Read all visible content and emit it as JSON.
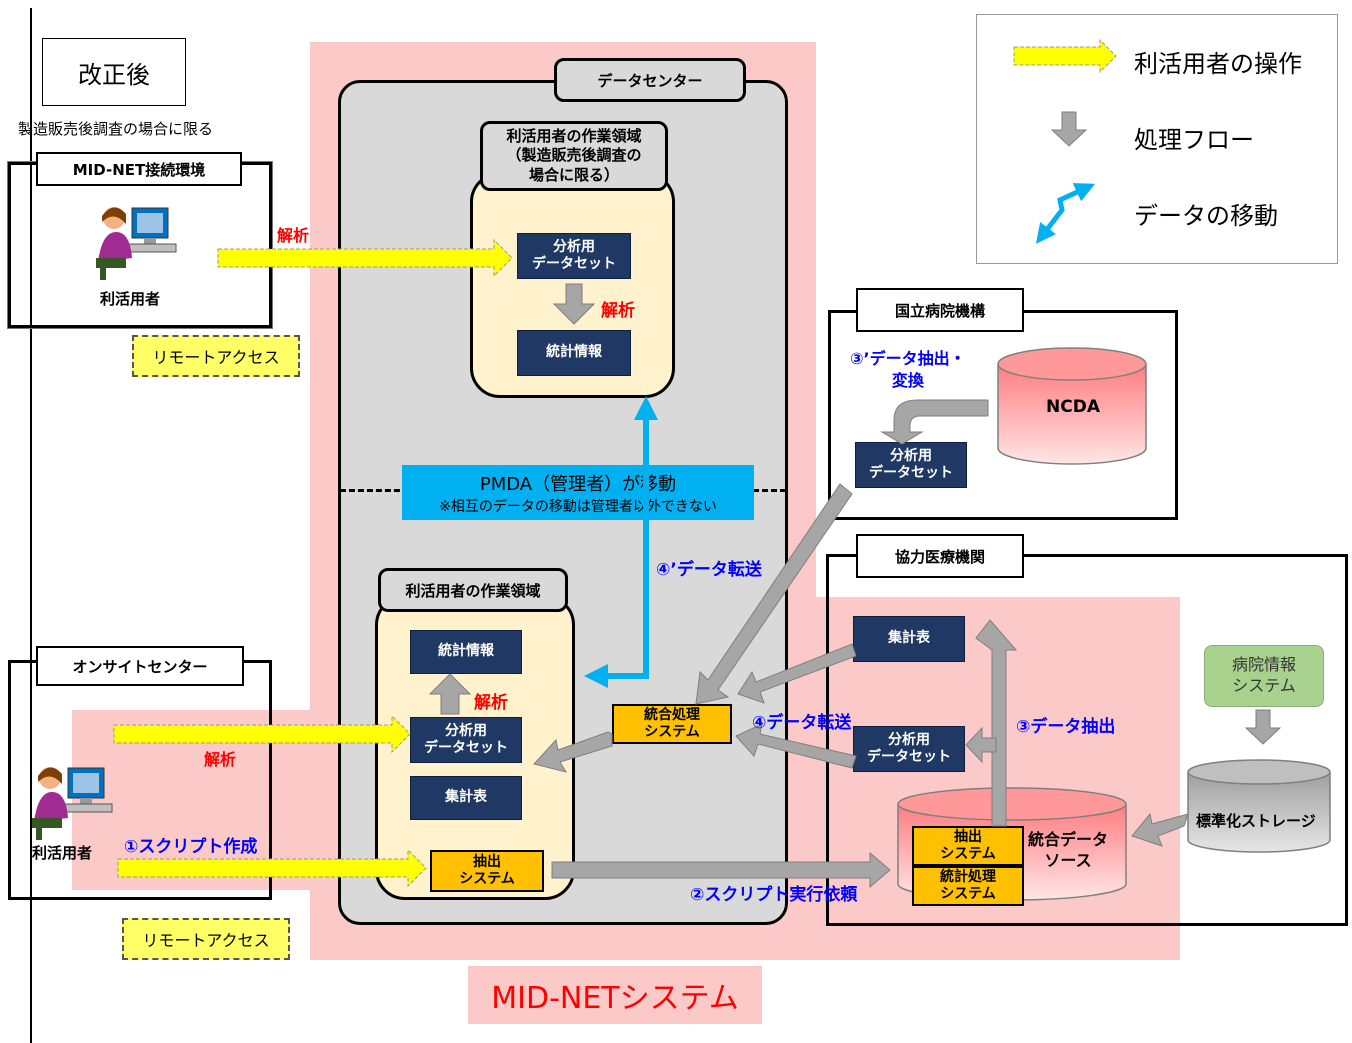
{
  "title_box": "改正後",
  "note_limited": "製造販売後調査の場合に限る",
  "mid_net_env": {
    "title": "MID-NET接続環境",
    "user_label": "利活用者"
  },
  "remote_access_top": "リモートアクセス",
  "remote_access_bottom": "リモートアクセス",
  "onsite_center": {
    "title": "オンサイトセンター",
    "user_label": "利活用者"
  },
  "data_center": {
    "title": "データセンター"
  },
  "work_area_top": {
    "title_line1": "利活用者の作業領域",
    "title_line2": "（製造販売後調査の",
    "title_line3": "場合に限る）",
    "dataset_line1": "分析用",
    "dataset_line2": "データセット",
    "stats": "統計情報",
    "analysis": "解析"
  },
  "pmda_move": {
    "title": "PMDA（管理者）が移動",
    "note": "※相互のデータの移動は管理者以外できない"
  },
  "work_area_bottom": {
    "title": "利活用者の作業領域",
    "stats": "統計情報",
    "analysis": "解析",
    "dataset_line1": "分析用",
    "dataset_line2": "データセット",
    "tally": "集計表",
    "extract_line1": "抽出",
    "extract_line2": "システム"
  },
  "integrated_processing": {
    "line1": "統合処理",
    "line2": "システム"
  },
  "labels": {
    "analysis_top": "解析",
    "analysis_onsite": "解析",
    "script_create": "①スクリプト作成",
    "script_request": "②スクリプト実行依頼",
    "data_extract": "③データ抽出",
    "data_transfer": "④データ転送",
    "data_transfer_prime": "④’データ転送",
    "data_extract_convert_line1": "③’データ抽出・",
    "data_extract_convert_line2": "変換"
  },
  "national_hospital": {
    "title": "国立病院機構",
    "ncda": "NCDA",
    "dataset_line1": "分析用",
    "dataset_line2": "データセット"
  },
  "cooperating_institution": {
    "title": "協力医療機関",
    "tally": "集計表",
    "dataset_line1": "分析用",
    "dataset_line2": "データセット",
    "integrated_source_line1": "統合データ",
    "integrated_source_line2": "ソース",
    "extract_line1": "抽出",
    "extract_line2": "システム",
    "stat_proc_line1": "統計処理",
    "stat_proc_line2": "システム",
    "hospital_info_line1": "病院情報",
    "hospital_info_line2": "システム",
    "storage": "標準化ストレージ"
  },
  "legend": {
    "user_operation": "利活用者の操作",
    "process_flow": "処理フロー",
    "data_movement": "データの移動"
  },
  "system_name": "MID-NETシステム",
  "colors": {
    "pink_area": "#fcc9c9",
    "work_area": "#fff2cc",
    "doc_navy": "#1f3864",
    "system_orange": "#ffc000",
    "yellow_arrow": "#ffff00",
    "blue_arrow": "#00b0f0",
    "gray_arrow": "#a6a6a6",
    "red_label": "#ff0000",
    "blue_label": "#0000ff",
    "green_box": "#a9d18e"
  }
}
